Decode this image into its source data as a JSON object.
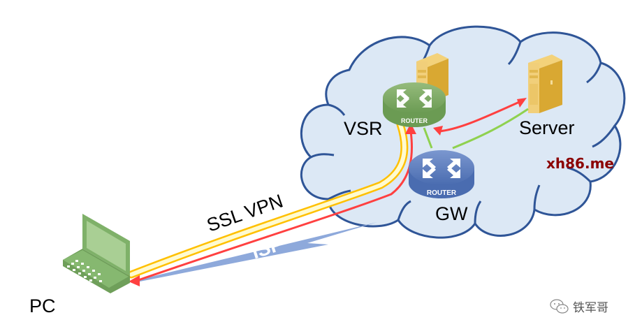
{
  "diagram": {
    "nodes": {
      "vsr": {
        "label": "VSR",
        "device_text": "ROUTER",
        "color": "#7fac67"
      },
      "gw": {
        "label": "GW",
        "device_text": "ROUTER",
        "color": "#5d80c0"
      },
      "server": {
        "label": "Server",
        "color": "#e8b94a"
      },
      "pc": {
        "label": "PC",
        "color": "#7fb169"
      }
    },
    "links": {
      "ssl_vpn_label": "SSL VPN",
      "isp_label": "ISP"
    },
    "colors": {
      "cloud_fill": "#dce8f5",
      "cloud_stroke": "#2f5597",
      "tunnel": "#ffc000",
      "traffic": "#ff4040",
      "link": "#8fd14f",
      "isp_bolt": "#8ea9db"
    },
    "watermark": "xh86.me",
    "footer": {
      "account": "铁军哥",
      "icon": "wechat-icon"
    }
  }
}
